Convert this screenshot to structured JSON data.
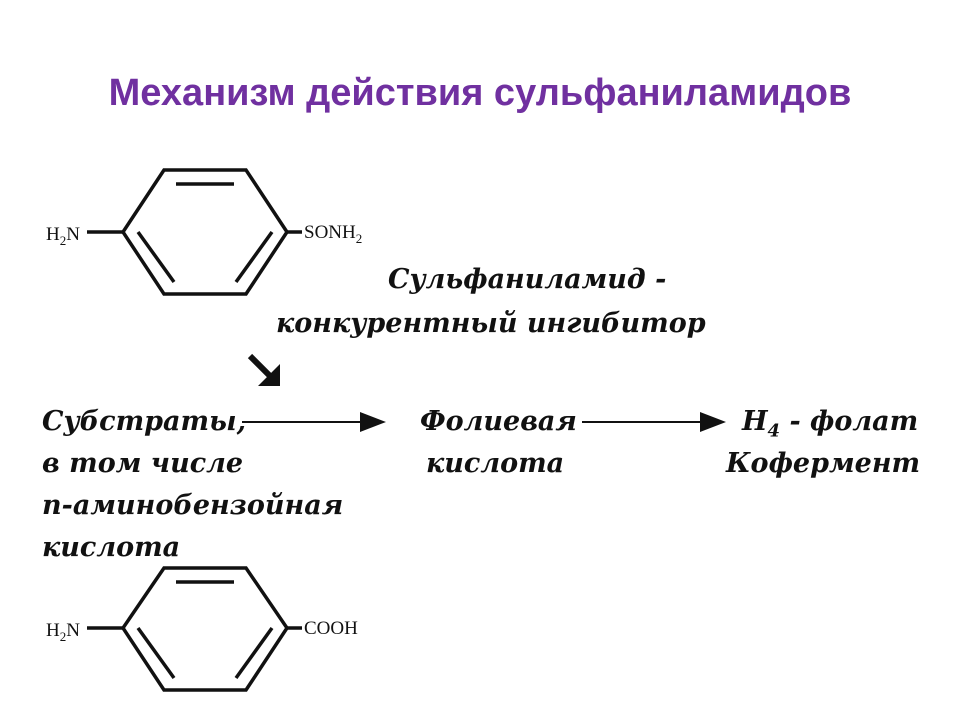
{
  "slide": {
    "title": "Механизм действия сульфаниламидов"
  },
  "sulfanilamide": {
    "left_group_main": "H",
    "left_group_sub": "2",
    "left_group_atom": "N",
    "right_group_main": "SONH",
    "right_group_sub": "2"
  },
  "paba": {
    "left_group_main": "H",
    "left_group_sub": "2",
    "left_group_atom": "N",
    "right_group": "COOH"
  },
  "inhibitor": {
    "line1": "Сульфаниламид -",
    "line2": "конкурентный ингибитор"
  },
  "substrates": {
    "line1": "Субстраты,",
    "line2": "в том числе",
    "line3": "п-аминобензойная",
    "line4": "кислота"
  },
  "folic": {
    "line1": "Фолиевая",
    "line2": "кислота"
  },
  "product": {
    "h_main": "H",
    "h_sub": "4",
    "h_rest": " - фолат",
    "line2": "Кофермент"
  }
}
